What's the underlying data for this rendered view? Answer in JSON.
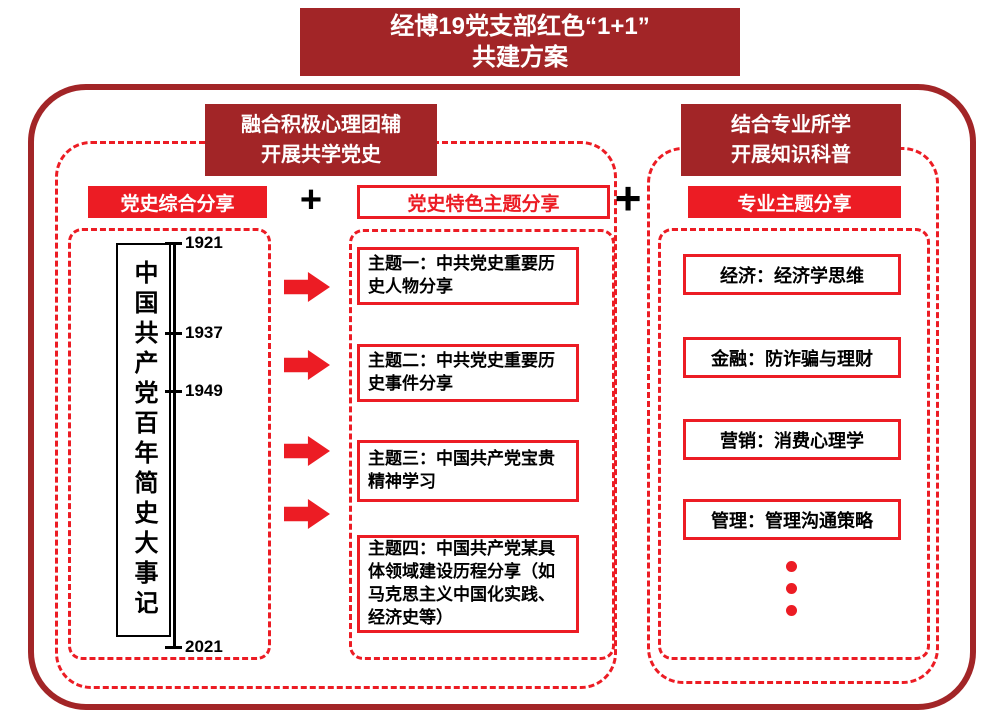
{
  "colors": {
    "dark_red": "#A22527",
    "bright_red": "#EC1C24"
  },
  "title": {
    "line1": "经博19党支部红色“1+1”",
    "line2": "共建方案"
  },
  "left_section": {
    "header_line1": "融合积极心理团辅",
    "header_line2": "开展共学党史",
    "comprehensive_header": "党史综合分享",
    "plus": "+",
    "special_header": "党史特色主题分享",
    "timeline": {
      "vertical_label": "中国共产党百年简史大事记",
      "years": [
        "1921",
        "1937",
        "1949",
        "2021"
      ]
    },
    "topics": [
      "主题一：中共党史重要历史人物分享",
      "主题二：中共党史重要历史事件分享",
      "主题三：中国共产党宝贵精神学习",
      "主题四：中国共产党某具体领域建设历程分享（如马克思主义中国化实践、经济史等）"
    ]
  },
  "center_plus": "+",
  "right_section": {
    "header_line1": "结合专业所学",
    "header_line2": "开展知识科普",
    "sub_header": "专业主题分享",
    "items": [
      "经济：经济学思维",
      "金融：防诈骗与理财",
      "营销：消费心理学",
      "管理：管理沟通策略"
    ]
  }
}
